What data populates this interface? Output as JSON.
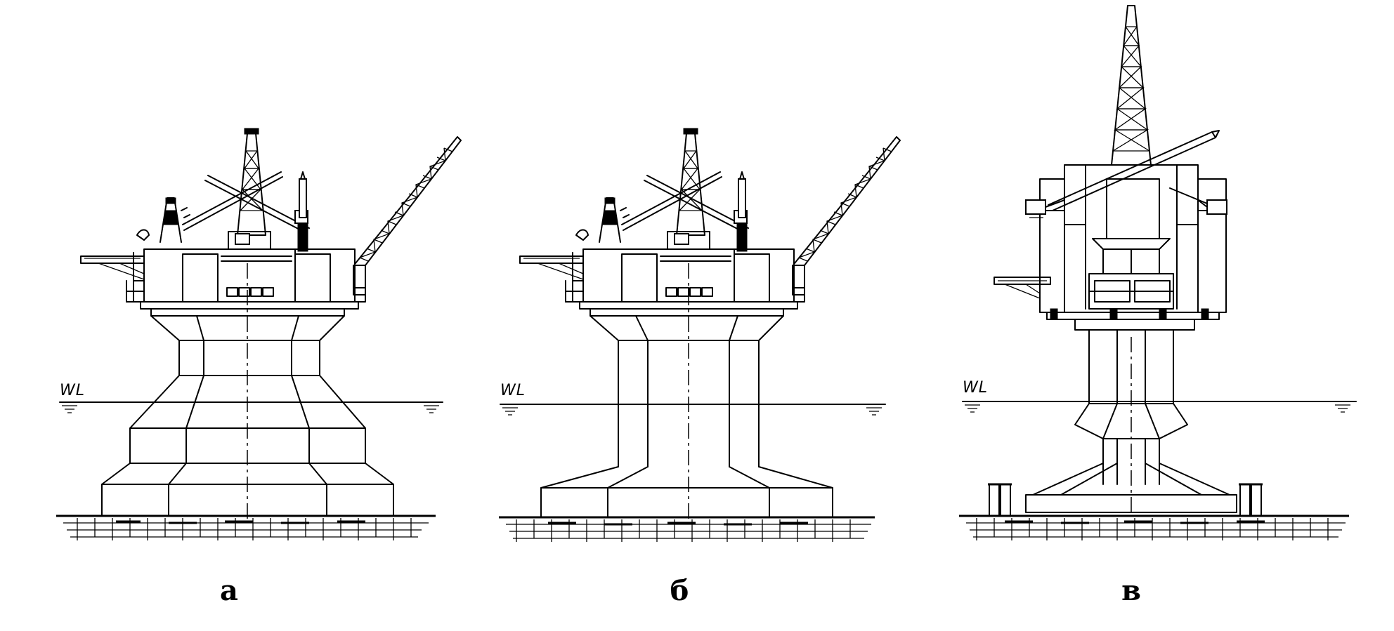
{
  "figure": {
    "panels": [
      {
        "caption": "а",
        "waterline_label": "WL"
      },
      {
        "caption": "б",
        "waterline_label": "WL"
      },
      {
        "caption": "в",
        "waterline_label": "WL"
      }
    ]
  }
}
